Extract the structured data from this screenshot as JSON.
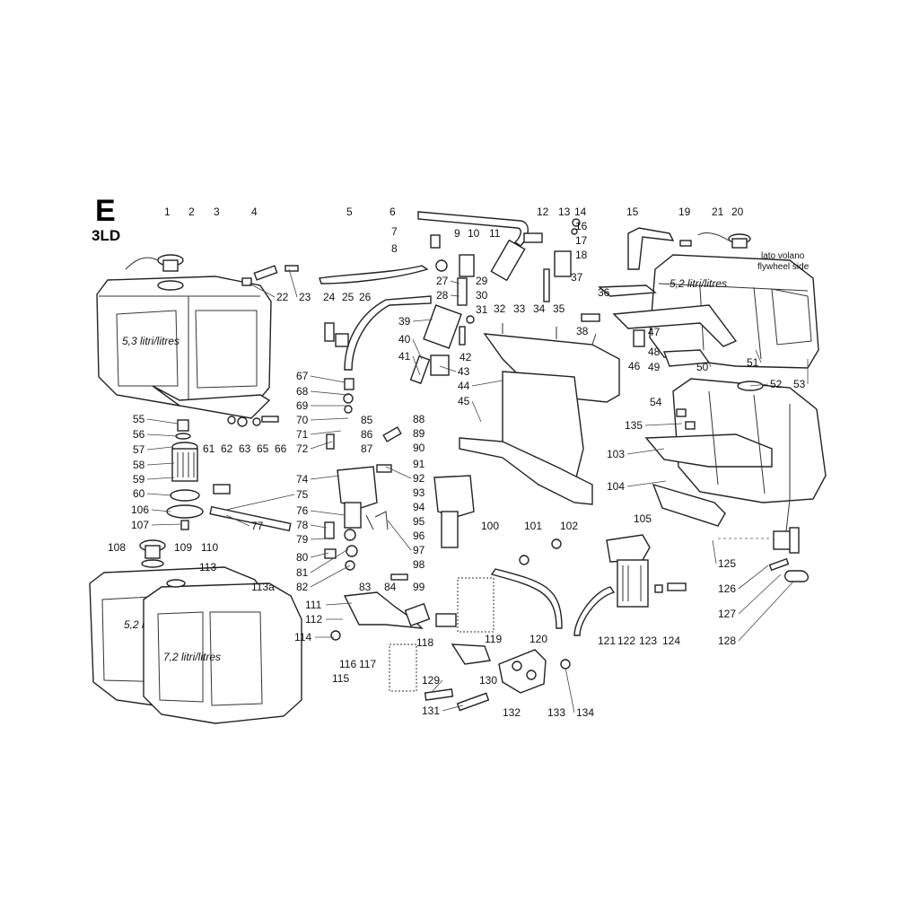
{
  "header": {
    "section_letter": "E",
    "engine_model": "3LD"
  },
  "tank_capacities": {
    "tank_3": "5,3 litri/litres",
    "tank_113a_small": "5,2 litri",
    "tank_113a_large": "7,2 litri/litres",
    "tank_53": "5,2 litri/litres"
  },
  "side_note": {
    "line1": "lato volano",
    "line2": "flywheel side"
  },
  "part_numbers": [
    "1",
    "2",
    "3",
    "4",
    "5",
    "6",
    "7",
    "8",
    "9",
    "10",
    "11",
    "12",
    "13",
    "14",
    "15",
    "16",
    "17",
    "18",
    "19",
    "20",
    "21",
    "22",
    "23",
    "24",
    "25",
    "26",
    "27",
    "28",
    "29",
    "30",
    "31",
    "32",
    "33",
    "34",
    "35",
    "36",
    "37",
    "38",
    "39",
    "40",
    "41",
    "42",
    "43",
    "44",
    "45",
    "46",
    "47",
    "48",
    "49",
    "50",
    "51",
    "52",
    "53",
    "54",
    "55",
    "56",
    "57",
    "58",
    "59",
    "60",
    "61",
    "62",
    "63",
    "65",
    "66",
    "67",
    "68",
    "69",
    "70",
    "71",
    "72",
    "74",
    "75",
    "76",
    "77",
    "78",
    "79",
    "80",
    "81",
    "82",
    "83",
    "84",
    "85",
    "86",
    "87",
    "88",
    "89",
    "90",
    "91",
    "92",
    "93",
    "94",
    "95",
    "96",
    "97",
    "98",
    "99",
    "100",
    "101",
    "102",
    "103",
    "104",
    "105",
    "106",
    "107",
    "108",
    "109",
    "110",
    "111",
    "112",
    "113",
    "113a",
    "114",
    "115",
    "116",
    "117",
    "118",
    "119",
    "120",
    "121",
    "122",
    "123",
    "124",
    "125",
    "126",
    "127",
    "128",
    "129",
    "130",
    "131",
    "132",
    "133",
    "134",
    "135"
  ]
}
